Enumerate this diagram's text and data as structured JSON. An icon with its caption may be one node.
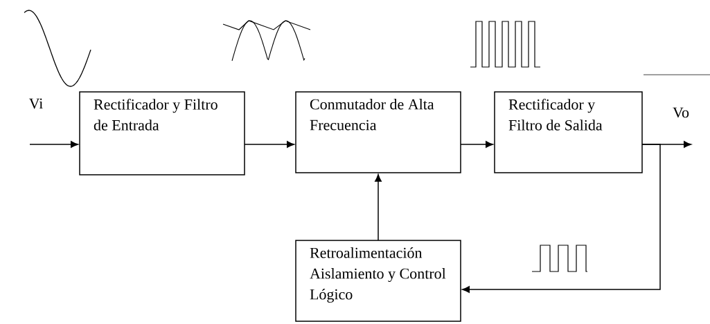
{
  "diagram": {
    "nodes": [
      {
        "text": [
          "Rectificador y Filtro de Entrada"
        ]
      },
      {
        "text": [
          "Conmutador de Alta Frecuencia"
        ]
      },
      {
        "text": [
          "Rectificador y Filtro de Salida"
        ]
      },
      {
        "text": [
          "Retroalimentación Aislamiento y Control Lógico"
        ]
      }
    ],
    "edges": [
      {
        "from": null,
        "to": 0,
        "arrow": "to"
      },
      {
        "from": 0,
        "to": 1,
        "arrow": "to"
      },
      {
        "from": 1,
        "to": 2,
        "arrow": "to"
      },
      {
        "from": 2,
        "to": null,
        "arrow": "to"
      },
      {
        "from": 2,
        "to": 3,
        "arrow": "to"
      },
      {
        "from": 3,
        "to": 1,
        "arrow": "to"
      }
    ],
    "labels": [
      "Vi",
      "Vo"
    ]
  }
}
